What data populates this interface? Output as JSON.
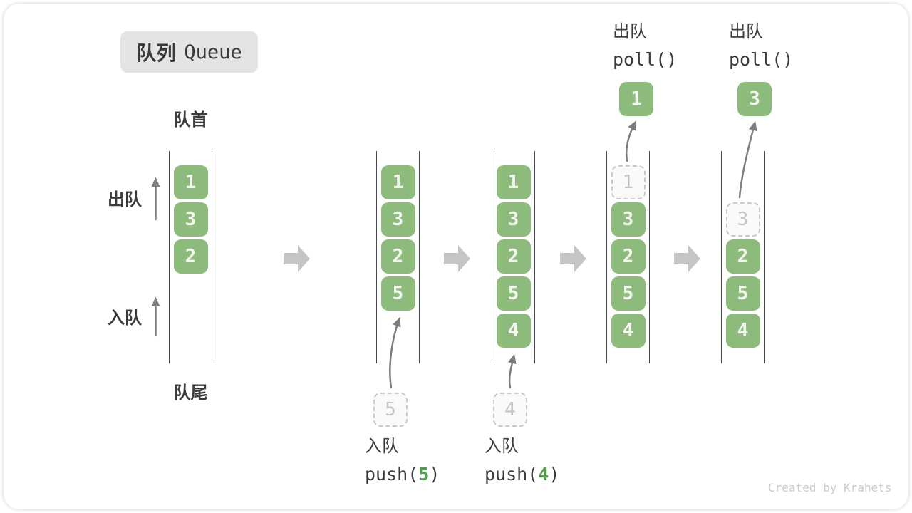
{
  "title": {
    "zh": "队列",
    "en": "Queue"
  },
  "legend": {
    "front": "队首",
    "rear": "队尾",
    "dequeue": "出队",
    "enqueue": "入队"
  },
  "columns": [
    {
      "slots": [
        {
          "value": "1"
        },
        {
          "value": "3"
        },
        {
          "value": "2"
        }
      ]
    },
    {
      "slots": [
        {
          "value": "1"
        },
        {
          "value": "3"
        },
        {
          "value": "2"
        },
        {
          "value": "5"
        }
      ],
      "action": {
        "label": "入队",
        "code_pre": "push(",
        "code_arg": "5",
        "code_post": ")",
        "pending_value": "5"
      }
    },
    {
      "slots": [
        {
          "value": "1"
        },
        {
          "value": "3"
        },
        {
          "value": "2"
        },
        {
          "value": "5"
        },
        {
          "value": "4"
        }
      ],
      "action": {
        "label": "入队",
        "code_pre": "push(",
        "code_arg": "4",
        "code_post": ")",
        "pending_value": "4"
      }
    },
    {
      "slots": [
        {
          "value": "1",
          "state": "dashed"
        },
        {
          "value": "3"
        },
        {
          "value": "2"
        },
        {
          "value": "5"
        },
        {
          "value": "4"
        }
      ],
      "action": {
        "label": "出队",
        "code": "poll()",
        "popped_value": "1"
      }
    },
    {
      "slots": [
        {
          "value": "3",
          "state": "dashed"
        },
        {
          "value": "2"
        },
        {
          "value": "5"
        },
        {
          "value": "4"
        }
      ],
      "action": {
        "label": "出队",
        "code": "poll()",
        "popped_value": "3"
      }
    }
  ],
  "watermark": "Created by Krahets",
  "colors": {
    "element_green": "#8cbb7c",
    "code_arg_green": "#50a04b",
    "text_dark": "#3c3c3c",
    "step_arrow_gray": "#c5c5c5",
    "dashed_gray": "#c9c9c9"
  }
}
